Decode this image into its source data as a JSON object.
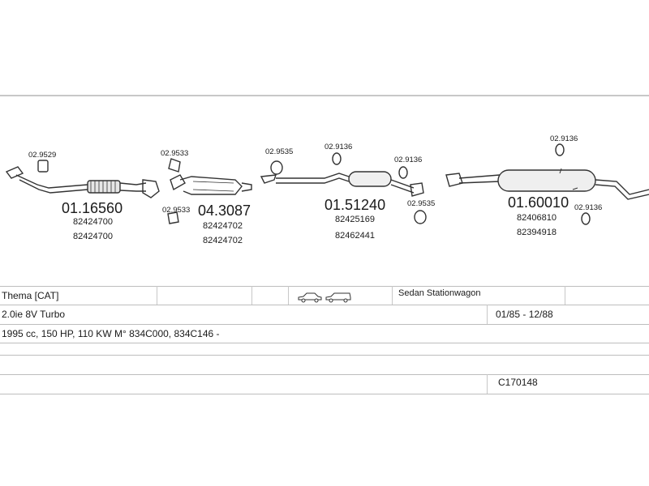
{
  "diagram": {
    "tags": {
      "c1": "02.9529",
      "c2": "02.9533",
      "c3": "02.9533",
      "c4": "02.9535",
      "c5": "02.9136",
      "c6": "02.9136",
      "c7": "02.9535",
      "c8": "02.9136",
      "c9": "02.9136"
    },
    "parts": [
      {
        "code": "01.16560",
        "oe": [
          "82424700",
          "82424700"
        ]
      },
      {
        "code": "04.3087",
        "oe": [
          "82424702",
          "82424702"
        ]
      },
      {
        "code": "01.51240",
        "oe": [
          "82425169",
          "82462441"
        ]
      },
      {
        "code": "01.60010",
        "oe": [
          "82406810",
          "82394918"
        ]
      }
    ]
  },
  "table": {
    "model": "Thema  [CAT]",
    "body": "Sedan  Stationwagon",
    "engine": "2.0ie  8V Turbo",
    "years": "01/85 - 12/88",
    "specs": "1995 cc, 150 HP, 110 KW M° 834C000, 834C146 -",
    "ref": "C170148"
  },
  "icons": [
    "sedan-car-icon",
    "stationwagon-car-icon"
  ]
}
